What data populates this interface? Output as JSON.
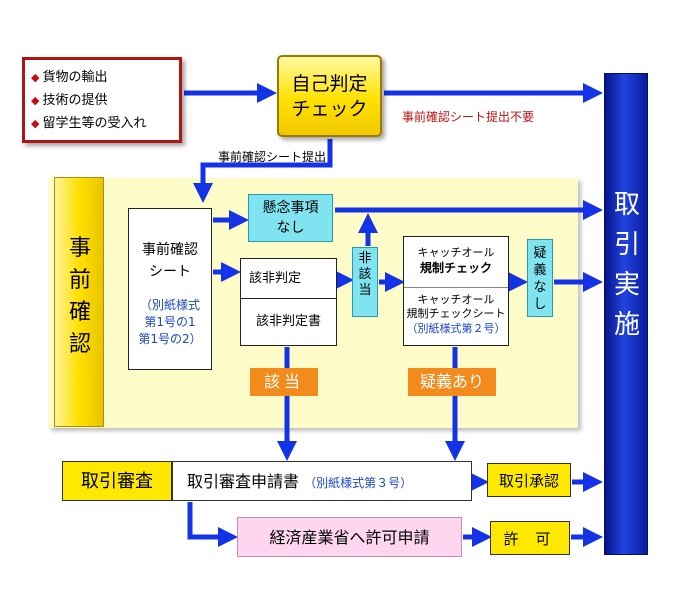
{
  "goods": {
    "items": [
      "貨物の輸出",
      "技術の提供",
      "留学生等の受入れ"
    ],
    "marker": "◆"
  },
  "self_check": {
    "line1": "自己判定",
    "line2": "チェック"
  },
  "no_sheet_required": "事前確認シート提出不要",
  "sheet_submission": "事前確認シート提出",
  "precheck_label": [
    "事",
    "前",
    "確",
    "認"
  ],
  "precheck_sheet": {
    "line1": "事前確認",
    "line2": "シート",
    "sub1": "（別紙様式",
    "sub2": "第1号の1",
    "sub3": "第1号の2）"
  },
  "concern": {
    "line1": "懸念事項",
    "line2": "なし"
  },
  "judgment": {
    "top": "該非判定",
    "bottom": "該非判定書"
  },
  "non_applicable": [
    "非",
    "該",
    "当"
  ],
  "catch_all": {
    "top_line1": "キャッチオール",
    "top_line2": "規制チェック",
    "bottom_line1": "キャッチオール",
    "bottom_line2": "規制チェックシート",
    "bottom_line3": "（別紙様式第２号）"
  },
  "no_doubt": [
    "疑",
    "義",
    "な",
    "し"
  ],
  "applicable": "該当",
  "doubt": "疑義あり",
  "transaction_review": "取引審査",
  "transaction_form": {
    "main": "取引審査申請書",
    "sub": "（別紙様式第３号）"
  },
  "approval": "取引承認",
  "meti_application": "経済産業省へ許可申請",
  "permit": "許 可",
  "transaction_execution": [
    "取",
    "引",
    "実",
    "施"
  ],
  "colors": {
    "arrow": "#1433e6",
    "frame_red": "#b01515",
    "yellow": "#ffe800",
    "cyan": "#7fe3f0",
    "orange": "#f28a1c",
    "pink": "#ffd6f0",
    "navy": "#0a1c9c"
  }
}
